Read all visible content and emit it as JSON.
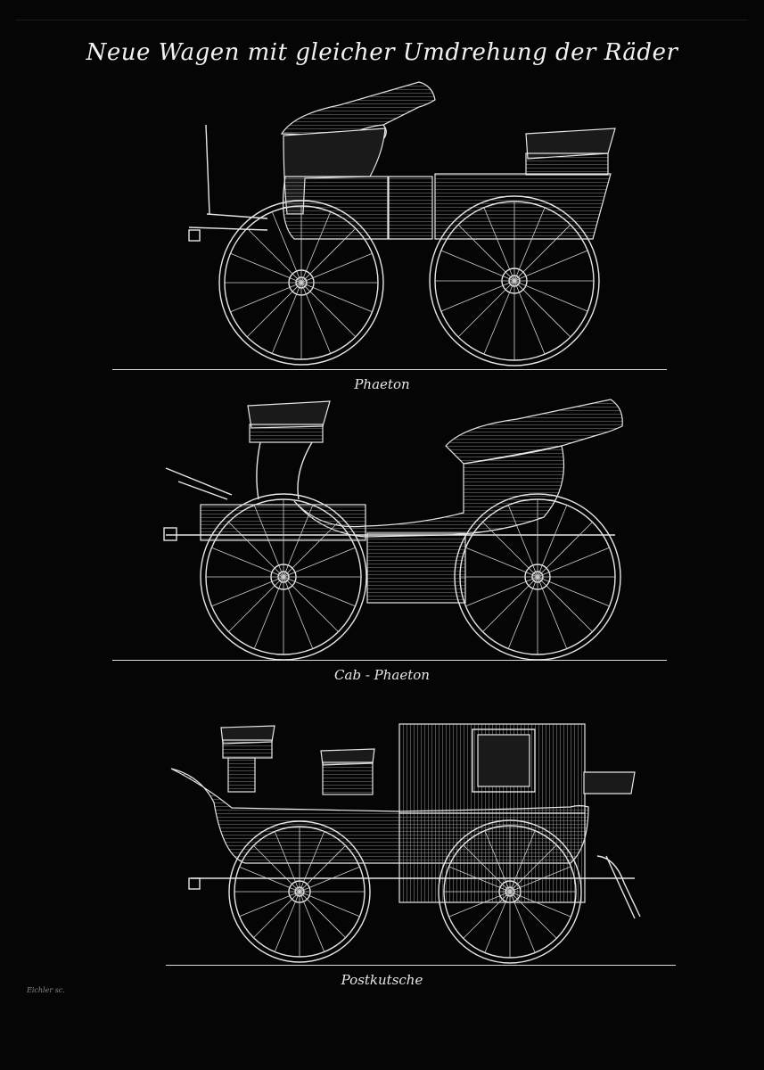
{
  "title": "Neue Wagen mit gleicher Umdrehung der Räder",
  "carriages": [
    {
      "caption": "Phaeton"
    },
    {
      "caption": "Cab - Phaeton"
    },
    {
      "caption": "Postkutsche"
    }
  ],
  "signature": "Eichler sc.",
  "colors": {
    "background": "#050505",
    "line": "#e6e6e6"
  }
}
